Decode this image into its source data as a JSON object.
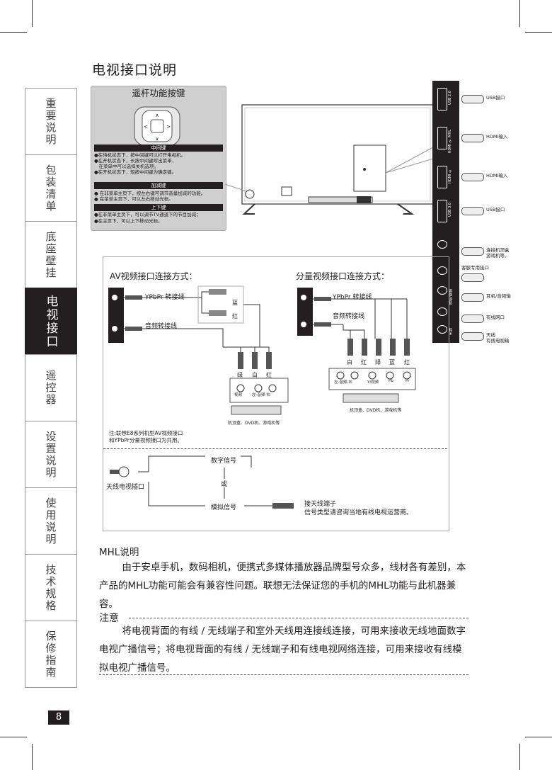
{
  "page_title": "电视接口说明",
  "side_tabs": [
    "重要说明",
    "包装清单",
    "底座壁挂",
    "电视接口",
    "遥控器",
    "设置说明",
    "使用说明",
    "技术规格",
    "保修指南"
  ],
  "active_tab": "电视接口",
  "joystick": {
    "title": "遥杆功能按键",
    "sections": [
      {
        "header": "中间键",
        "lines": [
          "●在待机状态下，按中间键可以打开电视机。",
          "●在开机状态下，长按中间键呼出菜单，",
          "　在菜单中可以选择关机选项。",
          "●在开机状态下，短按中间键为确定键。"
        ]
      },
      {
        "header": "加减键",
        "lines": [
          "● 在非菜单主页下，按左右键可调节音量加减的功能。",
          "● 在菜单主页下，可以左右移动光标。"
        ]
      },
      {
        "header": "上下键",
        "lines": [
          "●在非菜单主页下，可以调节TV通道下的节目加减；",
          "●在主页下，可以上下移动光标。"
        ]
      }
    ]
  },
  "ports": [
    {
      "panel": "USB 2.0",
      "label": "USB接口",
      "plug": ""
    },
    {
      "panel": "HDMI ② MHL",
      "label": "HDMI输入",
      "plug": "HDMI"
    },
    {
      "panel": "HDMI ①",
      "label": "HDMI输入",
      "plug": "HDMI"
    },
    {
      "panel": "USB 3.0",
      "label": "USB接口",
      "plug": ""
    },
    {
      "panel": "",
      "label": "连接机顶盒\n游戏机等。",
      "plug": ""
    },
    {
      "panel": "",
      "label": "客服专用接口",
      "plug": ""
    },
    {
      "panel": "耳机/网络",
      "label": "耳机/音频输",
      "plug": ""
    },
    {
      "panel": "",
      "label": "有线网口",
      "plug": ""
    },
    {
      "panel": "天线",
      "label": "天线\n有线电视输",
      "plug": ""
    }
  ],
  "av": {
    "title": "AV视频接口连接方式：",
    "cable1": "YPbPr 转接线",
    "cable2": "音频转接线",
    "blue": "蓝",
    "red": "红",
    "plug_colors": [
      "绿",
      "白",
      "红"
    ],
    "box_labels": [
      "视频",
      "左-音频-右"
    ],
    "device": "机顶盒、DVD机、游戏机等"
  },
  "component": {
    "title": "分量视频接口连接方式：",
    "cable1": "YPbPr 转接线",
    "cable2": "音频转接线",
    "plug_colors": [
      "白",
      "红",
      "绿",
      "蓝",
      "红"
    ],
    "box_labels": [
      "左-音频-右",
      "Y/视频",
      "Pb",
      "Pr"
    ],
    "device": "机顶盒、DVD机、游戏机等"
  },
  "av_note": "注:联想E8系列机型AV视频接口\n和YPbPr分量视频接口为共用。",
  "antenna": {
    "socket": "天线电视插口",
    "digital": "数字信号",
    "or": "或",
    "analog": "模拟信号",
    "terminal_title": "接天线端子",
    "terminal_note": "信号类型请咨询当地有线电视运营商。"
  },
  "mhl": {
    "heading": "MHL说明",
    "body": "由于安卓手机，数码相机，便携式多媒体播放器品牌型号众多，线材各有差别，本产品的MHL功能可能会有兼容性问题。联想无法保证您的手机的MHL功能与此机器兼容。"
  },
  "notice": {
    "heading": "注意",
    "body": "将电视背面的有线 / 无线端子和室外天线用连接线连接，可用来接收无线地面数字电视广播信号；将电视背面的有线 / 无线端子和有线电视网络连接，可用来接收有线模拟电视广播信号。"
  },
  "page_number": "8"
}
